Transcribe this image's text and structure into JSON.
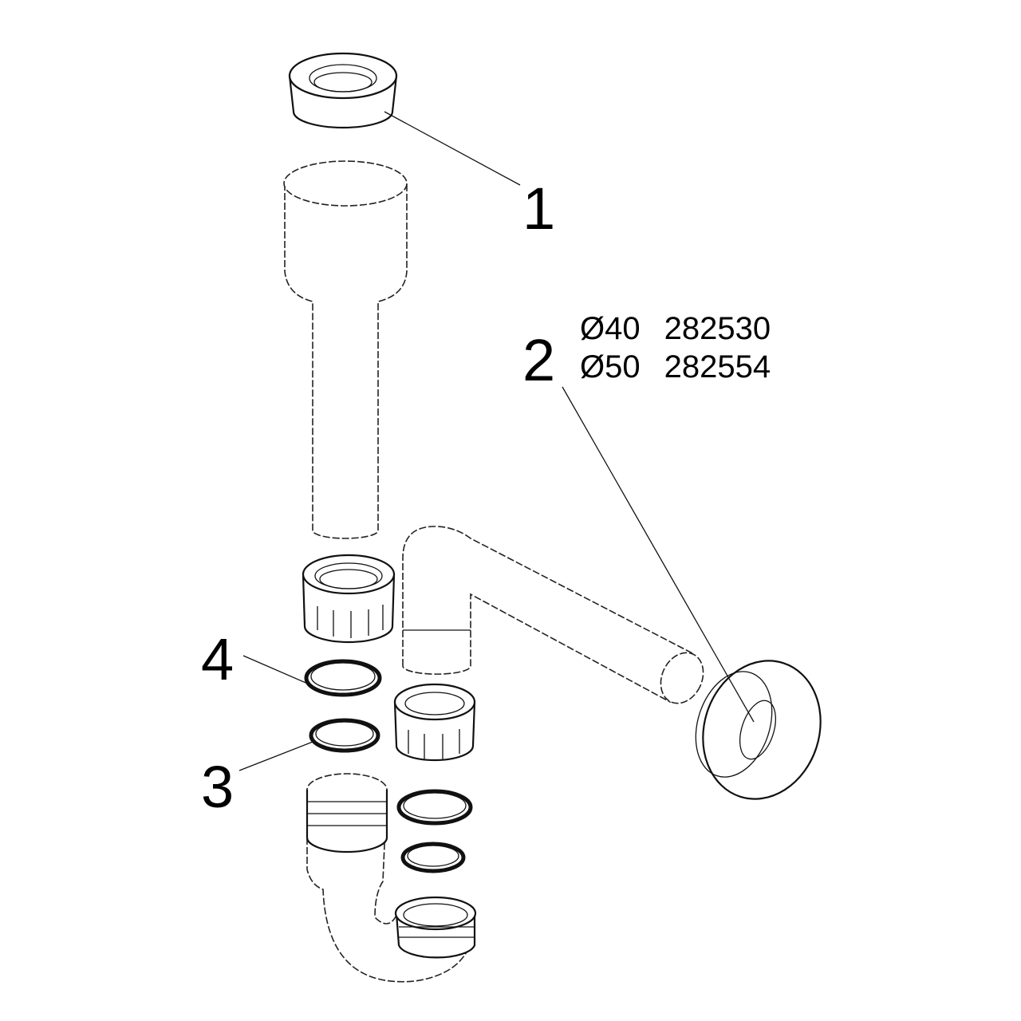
{
  "callouts": {
    "part1": "1",
    "part2": "2",
    "part3": "3",
    "part4": "4"
  },
  "part2_variants": [
    {
      "diameter": "Ø40",
      "article": "282530"
    },
    {
      "diameter": "Ø50",
      "article": "282554"
    }
  ]
}
